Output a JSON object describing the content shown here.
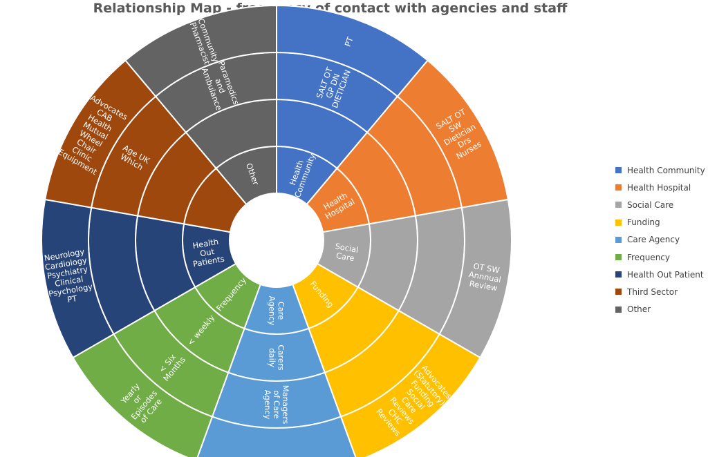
{
  "chart_data": {
    "type": "sunburst",
    "title": "Relationship Map - frequency of contact with agencies and staff",
    "legend_position": "right",
    "categories": [
      {
        "name": "Health Community",
        "color": "#4472C4",
        "rings": [
          "Health Community",
          "",
          "SALT OT GP DN DIETICIAN",
          "PT"
        ]
      },
      {
        "name": "Health Hospital",
        "color": "#ED7D31",
        "rings": [
          "Health Hospital",
          "",
          "",
          "SALT OT SW Dietician Drs Nurses"
        ]
      },
      {
        "name": "Social Care",
        "color": "#A5A5A5",
        "rings": [
          "Social Care",
          "",
          "",
          "OT SW Annnual Review"
        ]
      },
      {
        "name": "Funding",
        "color": "#FFC000",
        "rings": [
          "Funding",
          "",
          "",
          "Advocates (Statutory) Funding Social Care Reviews CHC Reviews"
        ]
      },
      {
        "name": "Care Agency",
        "color": "#5B9BD5",
        "rings": [
          "Care Agency",
          "Carers daily",
          "Managers of Care Agency",
          ""
        ]
      },
      {
        "name": "Frequency",
        "color": "#70AD47",
        "rings": [
          "Frequency",
          "< weekly",
          "< Six Months",
          "Yearly or Episodes of Care"
        ]
      },
      {
        "name": "Health Out Patient",
        "color": "#264478",
        "rings": [
          "Health Out Patients",
          "",
          "",
          "Neurology Cardiology Psychiatry Clinical Psychology PT"
        ]
      },
      {
        "name": "Third Sector",
        "color": "#9E480E",
        "rings": [
          "",
          "",
          "Age UK Which",
          "Advocates CAB Health Mutual Wheel Chair Clinic Equipment"
        ]
      },
      {
        "name": "Other",
        "color": "#636363",
        "rings": [
          "Other",
          "",
          "Paramedics and Ambulance",
          "Community Pharmacist"
        ]
      }
    ]
  }
}
